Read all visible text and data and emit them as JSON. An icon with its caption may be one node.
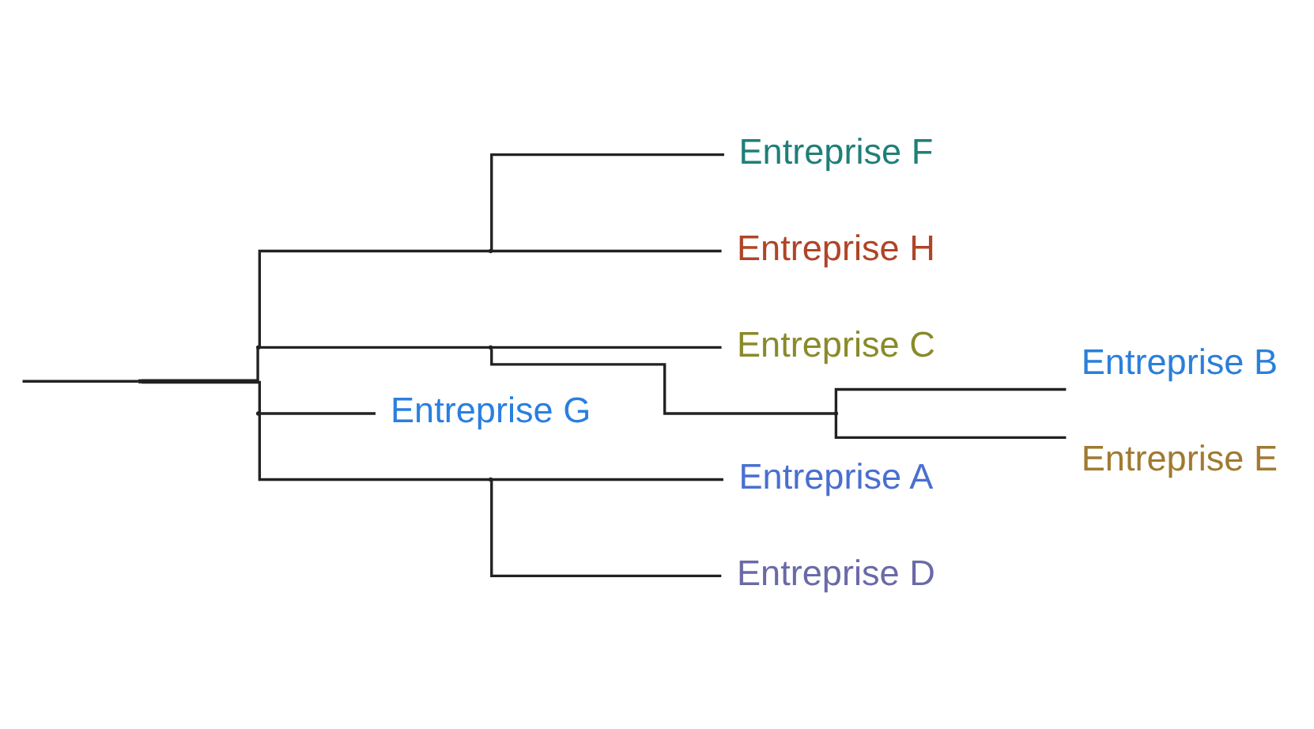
{
  "diagram": {
    "nodes": [
      {
        "text": [],
        "shape": "point"
      },
      {
        "text": [],
        "shape": "point"
      },
      {
        "text": [],
        "shape": "point"
      },
      {
        "text": [
          "Entreprise F"
        ]
      },
      {
        "text": [
          "Entreprise H"
        ]
      },
      {
        "text": [],
        "shape": "point"
      },
      {
        "text": [
          "Entreprise C"
        ]
      },
      {
        "text": [],
        "shape": "point"
      },
      {
        "text": [
          "Entreprise B"
        ]
      },
      {
        "text": [
          "Entreprise E"
        ]
      },
      {
        "text": [],
        "shape": "point"
      },
      {
        "text": [
          "Entreprise G"
        ]
      },
      {
        "text": [],
        "shape": "point"
      },
      {
        "text": [
          "Entreprise A"
        ]
      },
      {
        "text": [
          "Entreprise D"
        ]
      }
    ],
    "edges": [
      {
        "from": null,
        "to": 0,
        "arrow": "none"
      },
      {
        "from": 0,
        "to": 1,
        "arrow": "none"
      },
      {
        "from": 1,
        "to": 2,
        "arrow": "none"
      },
      {
        "from": 2,
        "to": 3,
        "arrow": "none"
      },
      {
        "from": 2,
        "to": 4,
        "arrow": "none"
      },
      {
        "from": 1,
        "to": 5,
        "arrow": "none"
      },
      {
        "from": 5,
        "to": 6,
        "arrow": "none"
      },
      {
        "from": 5,
        "to": 7,
        "arrow": "none"
      },
      {
        "from": 7,
        "to": 8,
        "arrow": "none"
      },
      {
        "from": 7,
        "to": 9,
        "arrow": "none"
      },
      {
        "from": 0,
        "to": 10,
        "arrow": "none"
      },
      {
        "from": 10,
        "to": 11,
        "arrow": "none"
      },
      {
        "from": 10,
        "to": 12,
        "arrow": "none"
      },
      {
        "from": 12,
        "to": 13,
        "arrow": "none"
      },
      {
        "from": 12,
        "to": 14,
        "arrow": "none"
      }
    ]
  }
}
